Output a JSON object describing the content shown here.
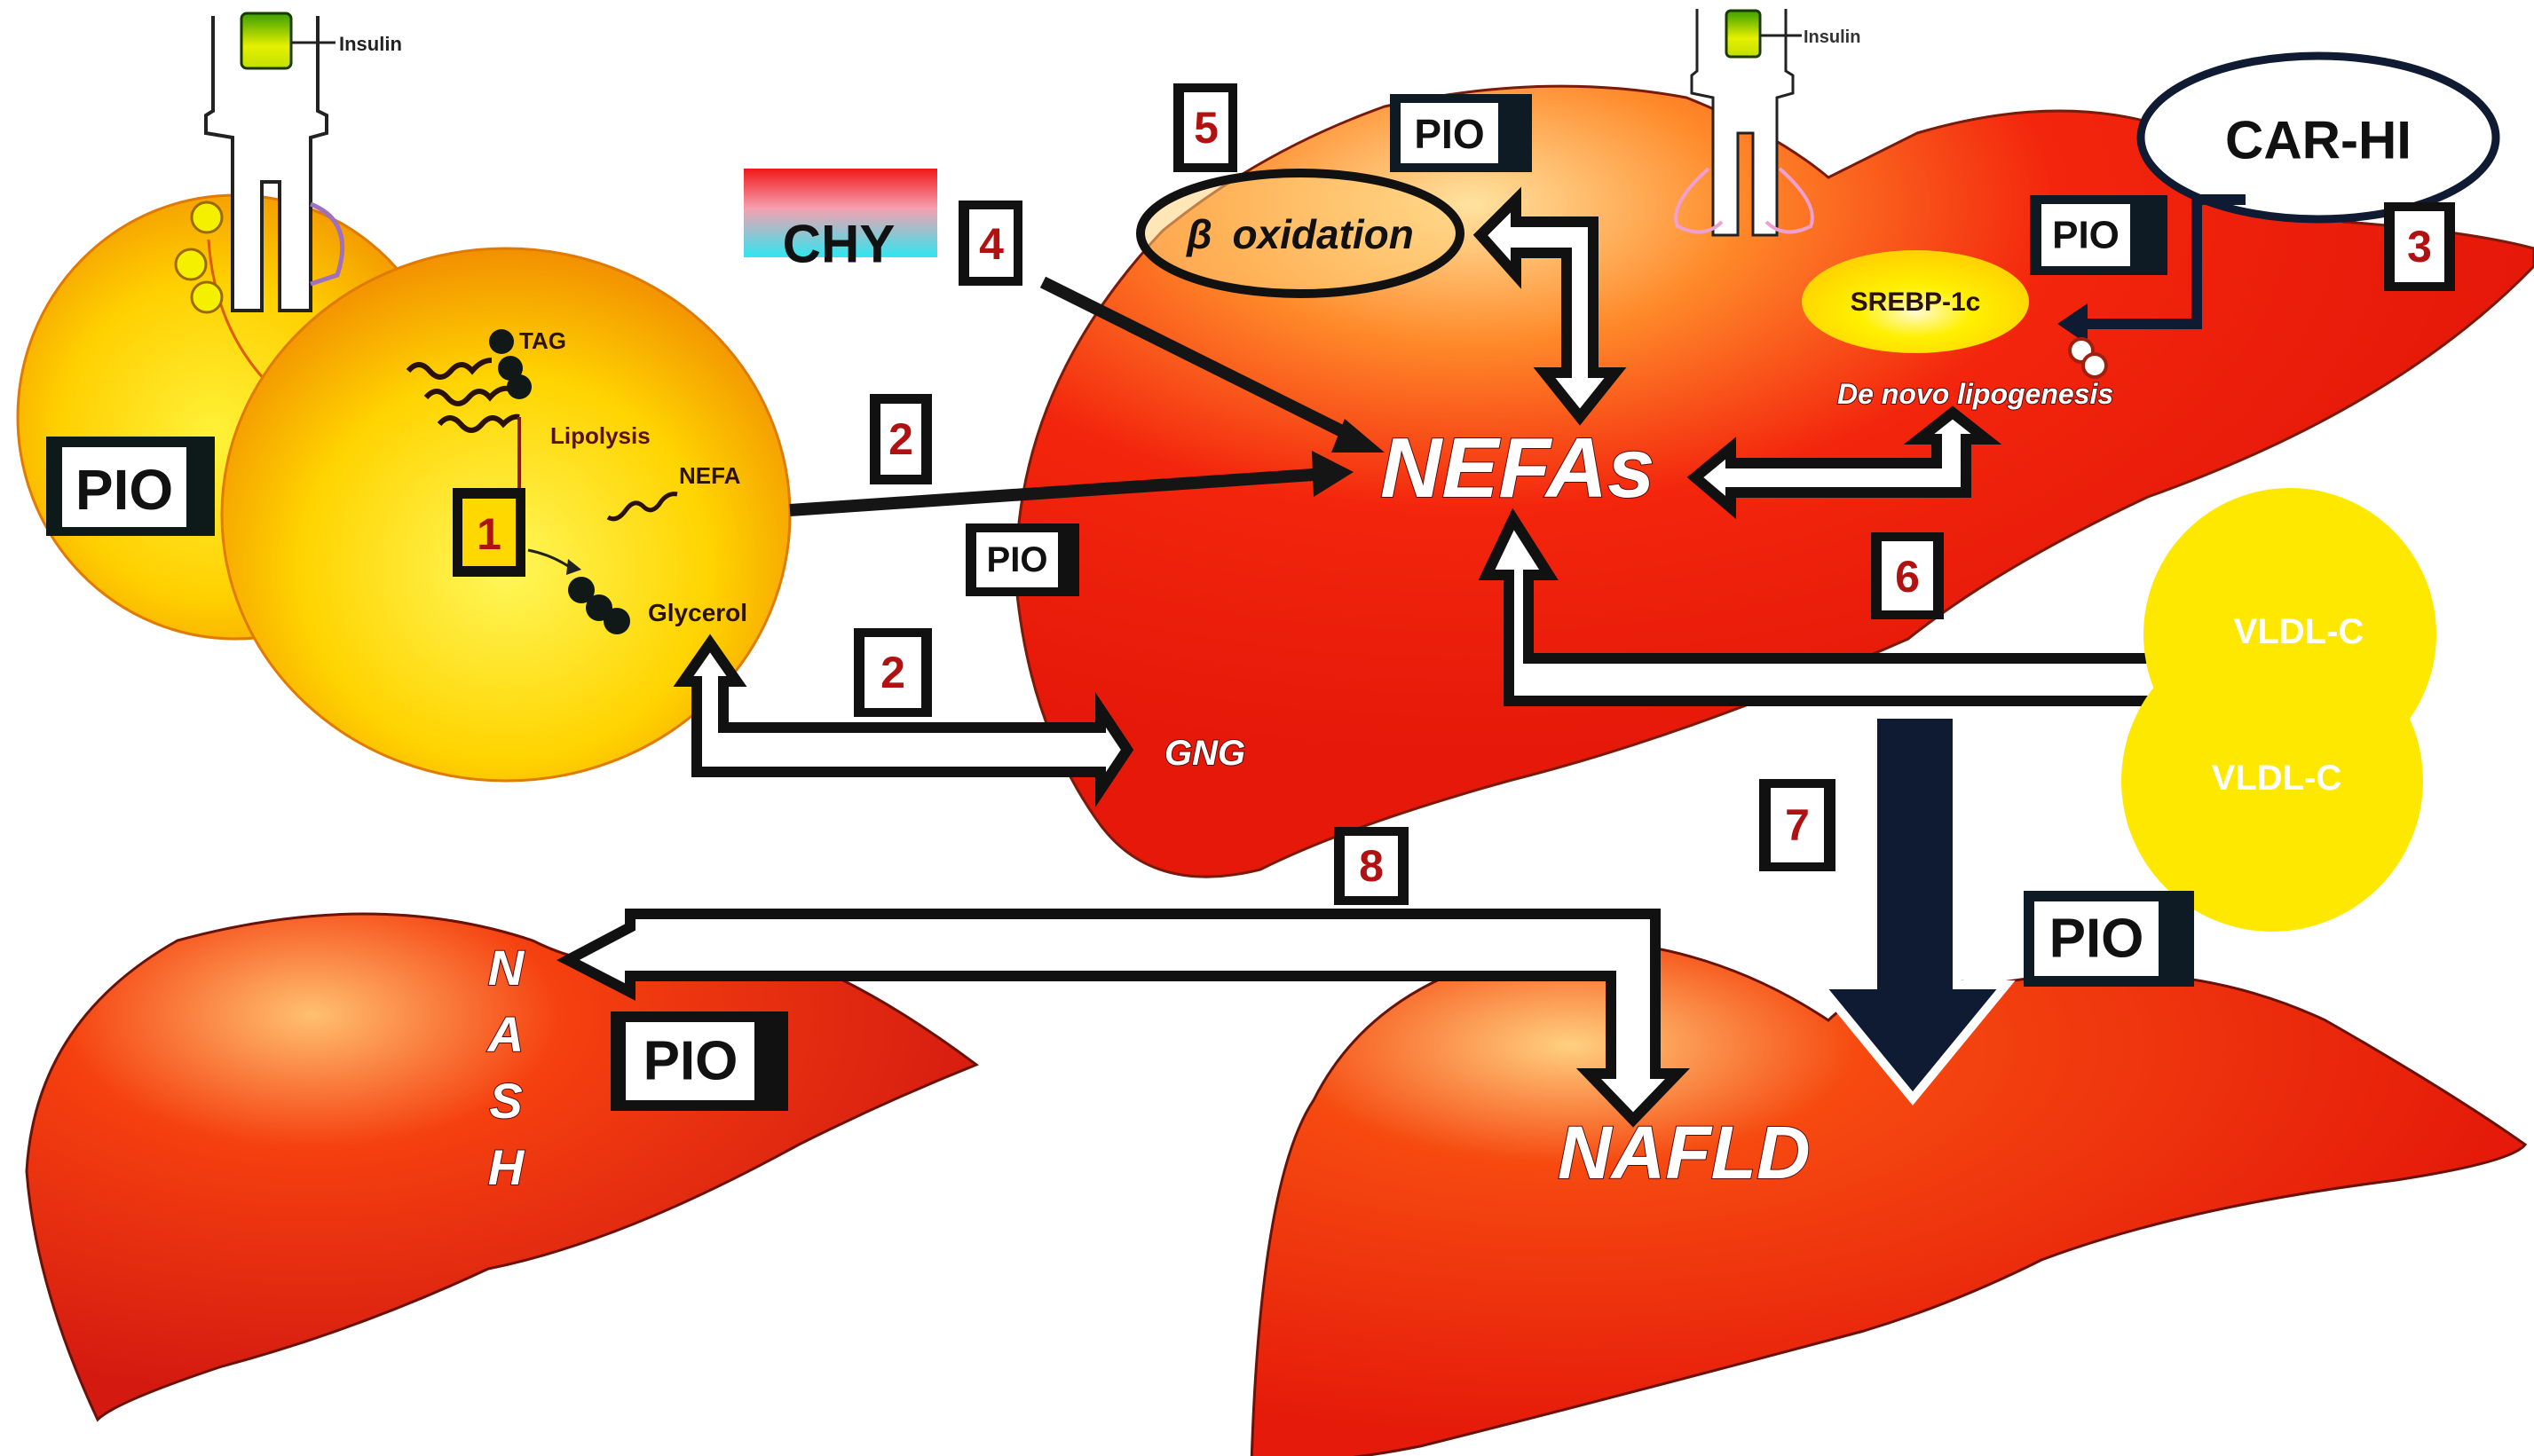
{
  "diagram": {
    "title": "Pioglitazone effects on lipid metabolism and NAFLD/NASH progression",
    "colors": {
      "adipocyte": "#f7c400",
      "adipocyte_edge": "#f08c00",
      "liver": "#f21d0a",
      "liver_highlight": "#ffb060",
      "vldl": "#ffe600",
      "step_number": "#b01212",
      "box_border": "#111111",
      "dark_arrow": "#0f1a33"
    },
    "insulin_receptor_left": {
      "label": "Insulin"
    },
    "insulin_receptor_right": {
      "label": "Insulin"
    },
    "adipocyte": {
      "tag_label": "TAG",
      "lipolysis_label": "Lipolysis",
      "nefa_label": "NEFA",
      "glycerol_label": "Glycerol",
      "pio_label": "PIO"
    },
    "steps": [
      {
        "id": "1",
        "label": "1"
      },
      {
        "id": "2a",
        "label": "2"
      },
      {
        "id": "2b",
        "label": "2"
      },
      {
        "id": "3",
        "label": "3"
      },
      {
        "id": "4",
        "label": "4"
      },
      {
        "id": "5",
        "label": "5"
      },
      {
        "id": "6",
        "label": "6"
      },
      {
        "id": "7",
        "label": "7"
      },
      {
        "id": "8",
        "label": "8"
      }
    ],
    "chy_label": "CHY",
    "car_hi_label": "CAR-HI",
    "beta_oxidation": {
      "symbol": "β",
      "label": "oxidation"
    },
    "srebp_label": "SREBP-1c",
    "de_novo_label": "De novo lipogenesis",
    "nefas_label": "NEFAs",
    "gng_label": "GNG",
    "vldl_labels": [
      "VLDL-C",
      "VLDL-C"
    ],
    "nafld_label": "NAFLD",
    "nash_letters": [
      "N",
      "A",
      "S",
      "H"
    ],
    "pio_labels": {
      "liver_top": "PIO",
      "liver_right": "PIO",
      "arrow_mid": "PIO",
      "nafld": "PIO",
      "nash": "PIO"
    }
  }
}
